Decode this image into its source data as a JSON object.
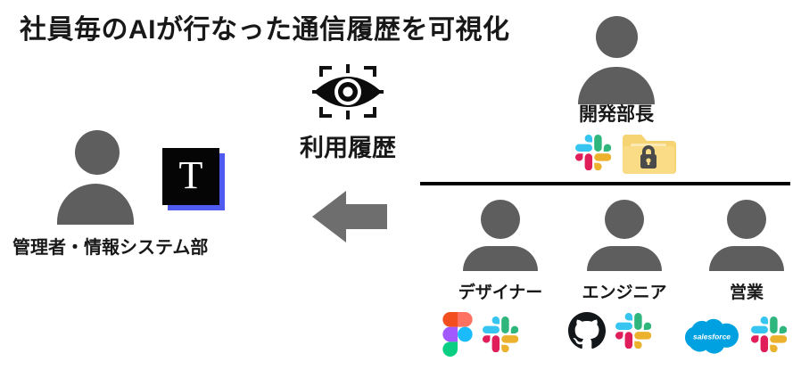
{
  "title": "社員毎のAIが行なった通信履歴を可視化",
  "colors": {
    "person": "#5e5e5e",
    "arrow": "#6e6e6e",
    "divider": "#000000",
    "text": "#181818",
    "tlogo_plate": "#050505",
    "tlogo_shadow": "#4f5bf0",
    "slack_blue": "#36C5F0",
    "slack_green": "#2EB67D",
    "slack_red": "#E01E5A",
    "slack_yellow": "#ECB22E",
    "figma_orange": "#F24E1E",
    "figma_red": "#FF7262",
    "figma_purple": "#A259FF",
    "figma_blue": "#1ABCFE",
    "figma_green": "#0ACF83",
    "github_black": "#14171A",
    "salesforce_blue": "#00A1E0",
    "folder_yellow": "#F9D978",
    "folder_lock": "#4A4A4A"
  },
  "usage_history": {
    "label": "利用履歴",
    "icon": "eye-scan-icon"
  },
  "flow": {
    "arrow_icon": "left-arrow-icon",
    "arrow_direction": "left"
  },
  "admin": {
    "label": "管理者・情報システム部",
    "avatar_icon": "person-silhouette-icon",
    "logo": {
      "name": "t-square-logo",
      "letter": "T"
    }
  },
  "manager": {
    "label": "開発部長",
    "avatar_icon": "person-silhouette-icon",
    "apps": [
      {
        "name": "slack-icon",
        "label": "Slack"
      },
      {
        "name": "locked-folder-icon",
        "label": "Locked folder"
      }
    ]
  },
  "staff": [
    {
      "label": "デザイナー",
      "avatar_icon": "person-silhouette-icon",
      "apps": [
        {
          "name": "figma-icon",
          "label": "Figma"
        },
        {
          "name": "slack-icon",
          "label": "Slack"
        }
      ]
    },
    {
      "label": "エンジニア",
      "avatar_icon": "person-silhouette-icon",
      "apps": [
        {
          "name": "github-icon",
          "label": "GitHub"
        },
        {
          "name": "slack-icon",
          "label": "Slack"
        }
      ]
    },
    {
      "label": "営業",
      "avatar_icon": "person-silhouette-icon",
      "apps": [
        {
          "name": "salesforce-icon",
          "label": "salesforce"
        },
        {
          "name": "slack-icon",
          "label": "Slack"
        }
      ]
    }
  ]
}
